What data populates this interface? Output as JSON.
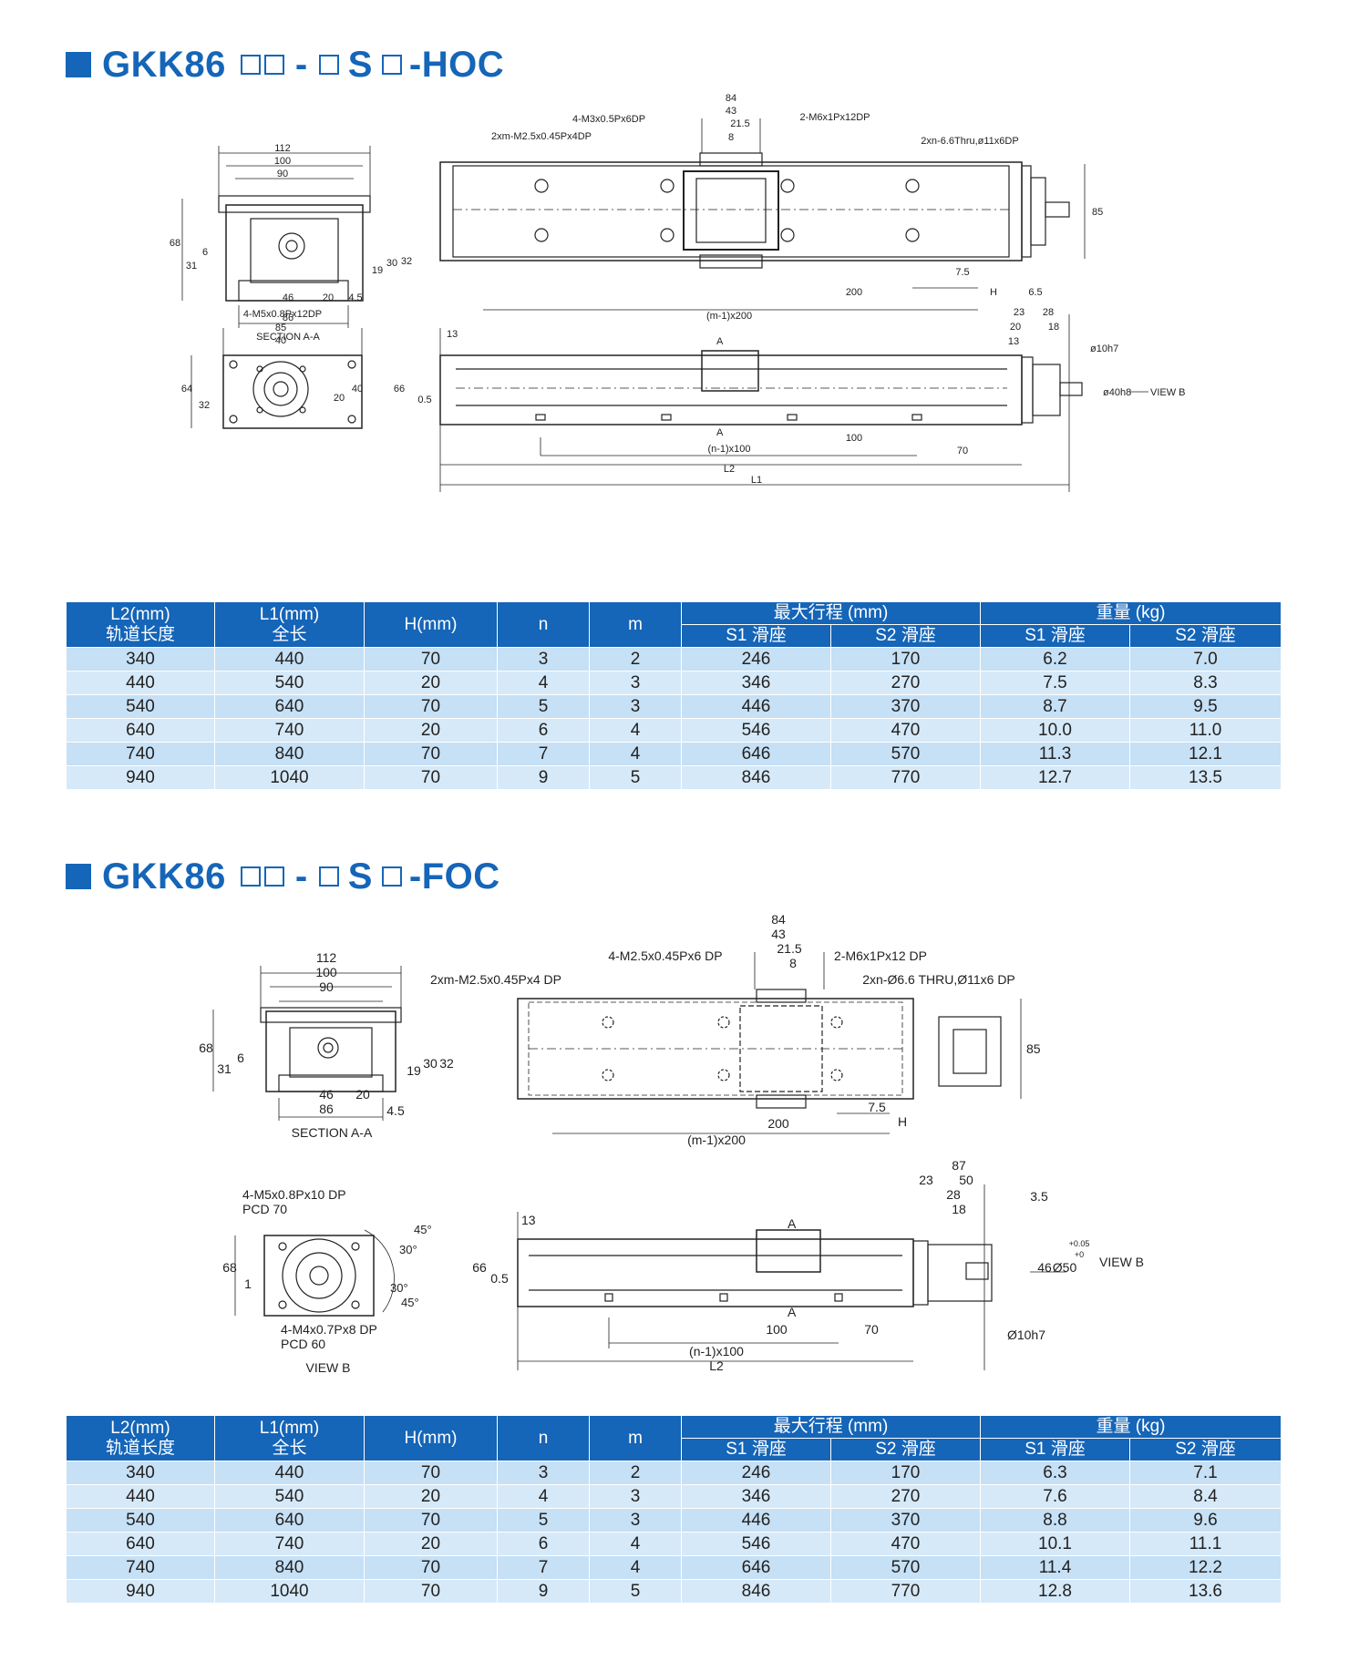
{
  "sections": [
    {
      "title_prefix": "GKK86",
      "title_suffix": "-HOC",
      "table": {
        "headers": {
          "l2": "L2(mm)",
          "l2_sub": "轨道长度",
          "l1": "L1(mm)",
          "l1_sub": "全长",
          "h": "H(mm)",
          "n": "n",
          "m": "m",
          "stroke": "最大行程 (mm)",
          "weight": "重量 (kg)",
          "s1": "S1 滑座",
          "s2": "S2 滑座"
        },
        "rows": [
          [
            "340",
            "440",
            "70",
            "3",
            "2",
            "246",
            "170",
            "6.2",
            "7.0"
          ],
          [
            "440",
            "540",
            "20",
            "4",
            "3",
            "346",
            "270",
            "7.5",
            "8.3"
          ],
          [
            "540",
            "640",
            "70",
            "5",
            "3",
            "446",
            "370",
            "8.7",
            "9.5"
          ],
          [
            "640",
            "740",
            "20",
            "6",
            "4",
            "546",
            "470",
            "10.0",
            "11.0"
          ],
          [
            "740",
            "840",
            "70",
            "7",
            "4",
            "646",
            "570",
            "11.3",
            "12.1"
          ],
          [
            "940",
            "1040",
            "70",
            "9",
            "5",
            "846",
            "770",
            "12.7",
            "13.5"
          ]
        ]
      }
    },
    {
      "title_prefix": "GKK86",
      "title_suffix": "-FOC",
      "table": {
        "headers": {
          "l2": "L2(mm)",
          "l2_sub": "轨道长度",
          "l1": "L1(mm)",
          "l1_sub": "全长",
          "h": "H(mm)",
          "n": "n",
          "m": "m",
          "stroke": "最大行程 (mm)",
          "weight": "重量 (kg)",
          "s1": "S1 滑座",
          "s2": "S2 滑座"
        },
        "rows": [
          [
            "340",
            "440",
            "70",
            "3",
            "2",
            "246",
            "170",
            "6.3",
            "7.1"
          ],
          [
            "440",
            "540",
            "20",
            "4",
            "3",
            "346",
            "270",
            "7.6",
            "8.4"
          ],
          [
            "540",
            "640",
            "70",
            "5",
            "3",
            "446",
            "370",
            "8.8",
            "9.6"
          ],
          [
            "640",
            "740",
            "20",
            "6",
            "4",
            "546",
            "470",
            "10.1",
            "11.1"
          ],
          [
            "740",
            "840",
            "70",
            "7",
            "4",
            "646",
            "570",
            "11.4",
            "12.2"
          ],
          [
            "940",
            "1040",
            "70",
            "9",
            "5",
            "846",
            "770",
            "12.8",
            "13.6"
          ]
        ]
      }
    }
  ],
  "drawing1": {
    "sec": {
      "d112": "112",
      "d100": "100",
      "d90": "90",
      "d68": "68",
      "d31": "31",
      "d6": "6",
      "d32": "32",
      "d30": "30",
      "d19": "19",
      "d46": "46",
      "d20": "20",
      "d45": "4.5",
      "d86": "86",
      "caption": "SECTION A-A"
    },
    "top": {
      "d84": "84",
      "d43": "43",
      "d215": "21.5",
      "d8": "8",
      "m3": "4-M3x0.5Px6DP",
      "m6": "2-M6x1Px12DP",
      "m25": "2xm-M2.5x0.45Px4DP",
      "thru": "2xn-6.6Thru,ø11x6DP",
      "d85": "85",
      "d75": "7.5",
      "d200": "200",
      "h": "H",
      "d65": "6.5",
      "m1": "(m-1)x200"
    },
    "flange": {
      "m5": "4-M5x0.8Px12DP",
      "d85": "85",
      "d40": "40",
      "d64": "64",
      "d32": "32",
      "d20": "20",
      "d40v": "40"
    },
    "side": {
      "d13": "13",
      "a1": "A",
      "a2": "A",
      "d66": "66",
      "d05": "0.5",
      "d23": "23",
      "d28": "28",
      "d20": "20",
      "d18": "18",
      "d13b": "13",
      "phi10": "ø10h7",
      "phi40": "ø40h8",
      "viewb": "VIEW B",
      "d100": "100",
      "d70": "70",
      "n1": "(n-1)x100",
      "l2": "L2",
      "l1": "L1"
    }
  },
  "drawing2": {
    "sec": {
      "d112": "112",
      "d100": "100",
      "d90": "90",
      "d68": "68",
      "d31": "31",
      "d6": "6",
      "d19": "19",
      "d30": "30",
      "d32": "32",
      "d46": "46",
      "d20": "20",
      "d86": "86",
      "d45": "4.5",
      "caption": "SECTION A-A"
    },
    "top": {
      "d84": "84",
      "d43": "43",
      "d215": "21.5",
      "d8": "8",
      "m25a": "4-M2.5x0.45Px6 DP",
      "m6": "2-M6x1Px12 DP",
      "m25": "2xm-M2.5x0.45Px4 DP",
      "thru": "2xn-Ø6.6 THRU,Ø11x6 DP",
      "d85": "85",
      "d75": "7.5",
      "h": "H",
      "d200": "200",
      "m1": "(m-1)x200"
    },
    "viewb": {
      "m5": "4-M5x0.8Px10 DP",
      "pcd70": "PCD 70",
      "d45a": "45°",
      "d30a": "30°",
      "d30b": "30°",
      "d45b": "45°",
      "d68": "68",
      "d1": "1",
      "m4": "4-M4x0.7Px8 DP",
      "pcd60": "PCD 60",
      "caption": "VIEW B"
    },
    "side": {
      "d13": "13",
      "a1": "A",
      "a2": "A",
      "d66": "66",
      "d05": "0.5",
      "d87": "87",
      "d23": "23",
      "d50": "50",
      "d28": "28",
      "d18": "18",
      "d35": "3.5",
      "viewb": "VIEW B",
      "d46": "46",
      "phi50": "Ø50",
      "tol": "+0.05",
      "tol2": "+0",
      "phi10": "Ø10h7",
      "d100": "100",
      "d70": "70",
      "n1": "(n-1)x100",
      "l2": "L2"
    }
  }
}
